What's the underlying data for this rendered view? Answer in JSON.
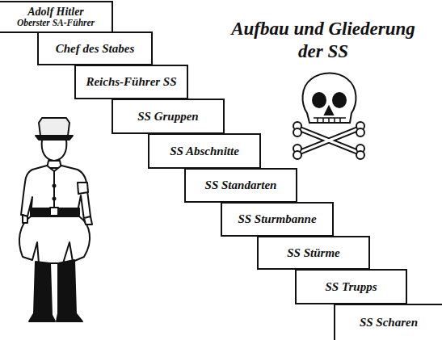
{
  "diagram": {
    "title": "Aufbau und Gliederung der SS",
    "nodes": [
      {
        "text": [
          "Adolf Hitler",
          "Oberster SA-Führer"
        ]
      },
      {
        "text": [
          "Chef des Stabes"
        ]
      },
      {
        "text": [
          "Reichs-Führer SS"
        ]
      },
      {
        "text": [
          "SS Gruppen"
        ]
      },
      {
        "text": [
          "SS Abschnitte"
        ]
      },
      {
        "text": [
          "SS Standarten"
        ]
      },
      {
        "text": [
          "SS Sturmbanne"
        ]
      },
      {
        "text": [
          "SS Stürme"
        ]
      },
      {
        "text": [
          "SS Trupps"
        ]
      },
      {
        "text": [
          "SS Scharen"
        ]
      }
    ]
  }
}
